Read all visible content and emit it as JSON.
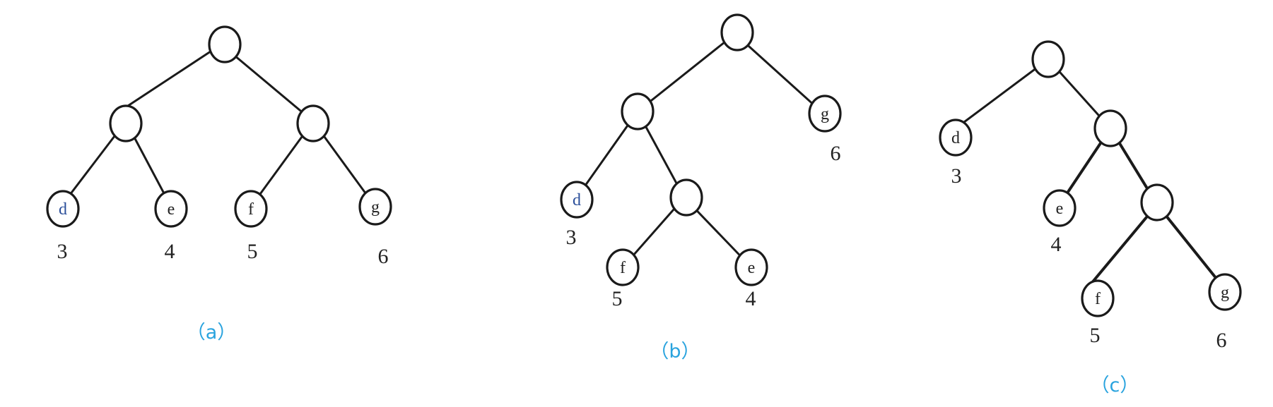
{
  "trees": [
    {
      "caption": "（a）",
      "leaves": [
        {
          "label": "d",
          "weight": "3"
        },
        {
          "label": "e",
          "weight": "4"
        },
        {
          "label": "f",
          "weight": "5"
        },
        {
          "label": "g",
          "weight": "6"
        }
      ]
    },
    {
      "caption": "（b）",
      "leaves": [
        {
          "label": "d",
          "weight": "3"
        },
        {
          "label": "g",
          "weight": "6"
        },
        {
          "label": "f",
          "weight": "5"
        },
        {
          "label": "e",
          "weight": "4"
        }
      ]
    },
    {
      "caption": "（c）",
      "leaves": [
        {
          "label": "d",
          "weight": "3"
        },
        {
          "label": "e",
          "weight": "4"
        },
        {
          "label": "f",
          "weight": "5"
        },
        {
          "label": "g",
          "weight": "6"
        }
      ]
    }
  ]
}
